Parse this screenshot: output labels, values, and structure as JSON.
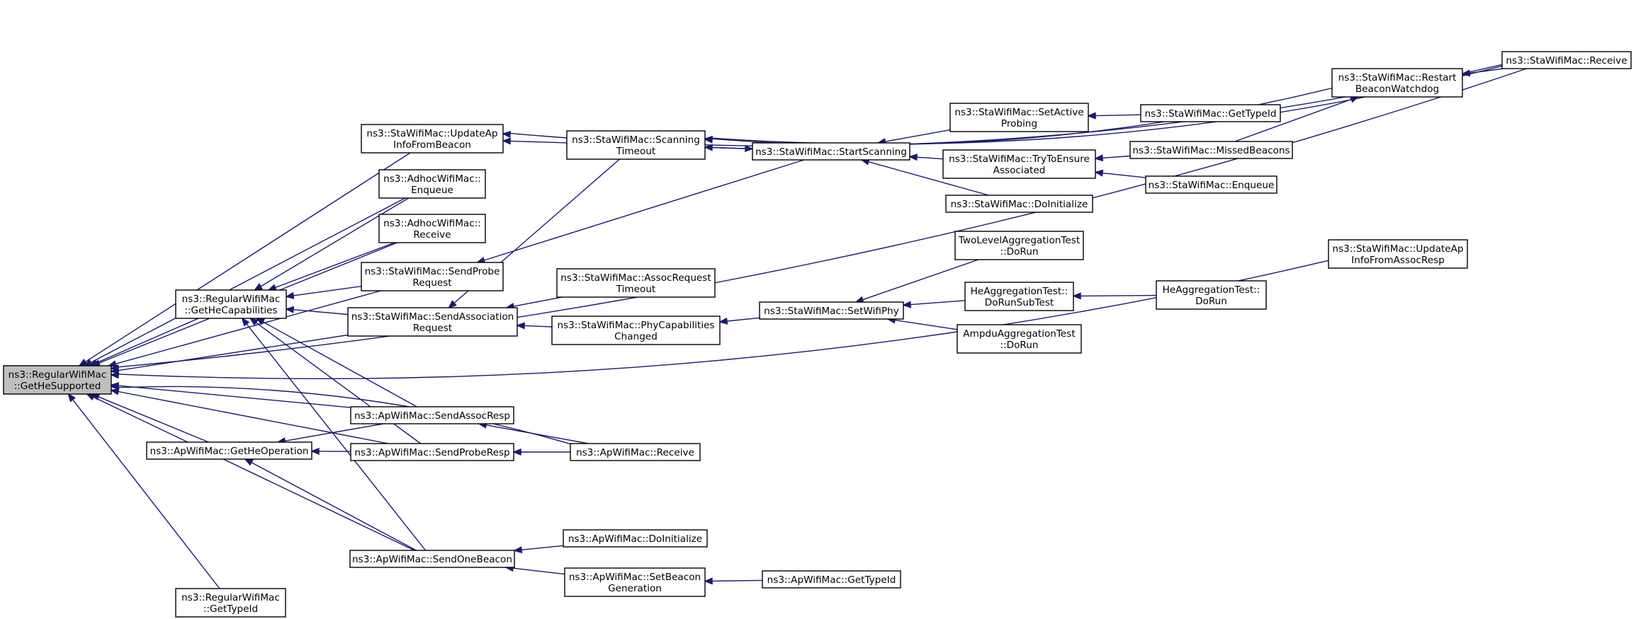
{
  "graph": {
    "colors": {
      "edge": "#191970",
      "node_border": "#000000",
      "root_fill": "#bfbfbf",
      "node_fill": "#ffffff"
    },
    "nodes": [
      {
        "id": "root",
        "lines": [
          "ns3::RegularWifiMac",
          "::GetHeSupported"
        ]
      },
      {
        "id": "getHeCap",
        "lines": [
          "ns3::RegularWifiMac",
          "::GetHeCapabilities"
        ]
      },
      {
        "id": "getHeOp",
        "lines": [
          "ns3::ApWifiMac::GetHeOperation"
        ]
      },
      {
        "id": "regGetTypeId",
        "lines": [
          "ns3::RegularWifiMac",
          "::GetTypeId"
        ]
      },
      {
        "id": "updApBeacon",
        "lines": [
          "ns3::StaWifiMac::UpdateAp",
          "InfoFromBeacon"
        ]
      },
      {
        "id": "adhocEnq",
        "lines": [
          "ns3::AdhocWifiMac::",
          "Enqueue"
        ]
      },
      {
        "id": "adhocRecv",
        "lines": [
          "ns3::AdhocWifiMac::",
          "Receive"
        ]
      },
      {
        "id": "sendProbeReq",
        "lines": [
          "ns3::StaWifiMac::SendProbe",
          "Request"
        ]
      },
      {
        "id": "sendAssocReq",
        "lines": [
          "ns3::StaWifiMac::SendAssociation",
          "Request"
        ]
      },
      {
        "id": "sendAssocResp",
        "lines": [
          "ns3::ApWifiMac::SendAssocResp"
        ]
      },
      {
        "id": "sendProbeResp",
        "lines": [
          "ns3::ApWifiMac::SendProbeResp"
        ]
      },
      {
        "id": "sendOneBeacon",
        "lines": [
          "ns3::ApWifiMac::SendOneBeacon"
        ]
      },
      {
        "id": "scanTimeout",
        "lines": [
          "ns3::StaWifiMac::Scanning",
          "Timeout"
        ]
      },
      {
        "id": "assocReqTimeout",
        "lines": [
          "ns3::StaWifiMac::AssocRequest",
          "Timeout"
        ]
      },
      {
        "id": "phyCapChanged",
        "lines": [
          "ns3::StaWifiMac::PhyCapabilities",
          "Changed"
        ]
      },
      {
        "id": "apRecv",
        "lines": [
          "ns3::ApWifiMac::Receive"
        ]
      },
      {
        "id": "apDoInit",
        "lines": [
          "ns3::ApWifiMac::DoInitialize"
        ]
      },
      {
        "id": "apSetBeacon",
        "lines": [
          "ns3::ApWifiMac::SetBeacon",
          "Generation"
        ]
      },
      {
        "id": "startScan",
        "lines": [
          "ns3::StaWifiMac::StartScanning"
        ]
      },
      {
        "id": "setWifiPhy",
        "lines": [
          "ns3::StaWifiMac::SetWifiPhy"
        ]
      },
      {
        "id": "apGetTypeId",
        "lines": [
          "ns3::ApWifiMac::GetTypeId"
        ]
      },
      {
        "id": "setActiveProbing",
        "lines": [
          "ns3::StaWifiMac::SetActive",
          "Probing"
        ]
      },
      {
        "id": "tryEnsure",
        "lines": [
          "ns3::StaWifiMac::TryToEnsure",
          "Associated"
        ]
      },
      {
        "id": "staDoInit",
        "lines": [
          "ns3::StaWifiMac::DoInitialize"
        ]
      },
      {
        "id": "twoLevel",
        "lines": [
          "TwoLevelAggregationTest",
          "::DoRun"
        ]
      },
      {
        "id": "heAggSub",
        "lines": [
          "HeAggregationTest::",
          "DoRunSubTest"
        ]
      },
      {
        "id": "ampdu",
        "lines": [
          "AmpduAggregationTest",
          "::DoRun"
        ]
      },
      {
        "id": "staGetTypeId",
        "lines": [
          "ns3::StaWifiMac::GetTypeId"
        ]
      },
      {
        "id": "missedBeacons",
        "lines": [
          "ns3::StaWifiMac::MissedBeacons"
        ]
      },
      {
        "id": "staEnqueue",
        "lines": [
          "ns3::StaWifiMac::Enqueue"
        ]
      },
      {
        "id": "heAggRun",
        "lines": [
          "HeAggregationTest::",
          "DoRun"
        ]
      },
      {
        "id": "restartWatchdog",
        "lines": [
          "ns3::StaWifiMac::Restart",
          "BeaconWatchdog"
        ]
      },
      {
        "id": "updApAssoc",
        "lines": [
          "ns3::StaWifiMac::UpdateAp",
          "InfoFromAssocResp"
        ]
      },
      {
        "id": "staRecv",
        "lines": [
          "ns3::StaWifiMac::Receive"
        ]
      }
    ],
    "edges": [
      [
        "root",
        "getHeCap"
      ],
      [
        "root",
        "getHeOp"
      ],
      [
        "root",
        "regGetTypeId"
      ],
      [
        "root",
        "updApBeacon"
      ],
      [
        "root",
        "adhocEnq"
      ],
      [
        "root",
        "adhocRecv"
      ],
      [
        "root",
        "sendProbeReq"
      ],
      [
        "root",
        "sendAssocReq"
      ],
      [
        "root",
        "sendAssocResp"
      ],
      [
        "root",
        "sendProbeResp"
      ],
      [
        "root",
        "sendOneBeacon"
      ],
      [
        "root",
        "apRecv"
      ],
      [
        "root",
        "updApAssoc"
      ],
      [
        "root",
        "staRecv"
      ],
      [
        "getHeCap",
        "adhocEnq"
      ],
      [
        "getHeCap",
        "adhocRecv"
      ],
      [
        "getHeCap",
        "sendProbeReq"
      ],
      [
        "getHeCap",
        "sendAssocReq"
      ],
      [
        "getHeCap",
        "sendAssocResp"
      ],
      [
        "getHeCap",
        "sendProbeResp"
      ],
      [
        "getHeCap",
        "sendOneBeacon"
      ],
      [
        "getHeOp",
        "sendAssocResp"
      ],
      [
        "getHeOp",
        "sendProbeResp"
      ],
      [
        "getHeOp",
        "sendOneBeacon"
      ],
      [
        "updApBeacon",
        "scanTimeout"
      ],
      [
        "updApBeacon",
        "staRecv"
      ],
      [
        "sendProbeReq",
        "startScan"
      ],
      [
        "sendAssocReq",
        "scanTimeout"
      ],
      [
        "sendAssocReq",
        "assocReqTimeout"
      ],
      [
        "sendAssocReq",
        "phyCapChanged"
      ],
      [
        "sendAssocResp",
        "apRecv"
      ],
      [
        "sendProbeResp",
        "apRecv"
      ],
      [
        "sendOneBeacon",
        "apDoInit"
      ],
      [
        "sendOneBeacon",
        "apSetBeacon"
      ],
      [
        "scanTimeout",
        "startScan"
      ],
      [
        "scanTimeout",
        "restartWatchdog"
      ],
      [
        "scanTimeout",
        "staRecv"
      ],
      [
        "startScan",
        "scanTimeout"
      ],
      [
        "startScan",
        "setActiveProbing"
      ],
      [
        "startScan",
        "tryEnsure"
      ],
      [
        "startScan",
        "staDoInit"
      ],
      [
        "phyCapChanged",
        "setWifiPhy"
      ],
      [
        "apSetBeacon",
        "apGetTypeId"
      ],
      [
        "setWifiPhy",
        "twoLevel"
      ],
      [
        "setWifiPhy",
        "heAggSub"
      ],
      [
        "setWifiPhy",
        "ampdu"
      ],
      [
        "setActiveProbing",
        "staGetTypeId"
      ],
      [
        "tryEnsure",
        "missedBeacons"
      ],
      [
        "tryEnsure",
        "staEnqueue"
      ],
      [
        "heAggSub",
        "heAggRun"
      ],
      [
        "restartWatchdog",
        "missedBeacons"
      ],
      [
        "restartWatchdog",
        "staRecv"
      ]
    ]
  }
}
